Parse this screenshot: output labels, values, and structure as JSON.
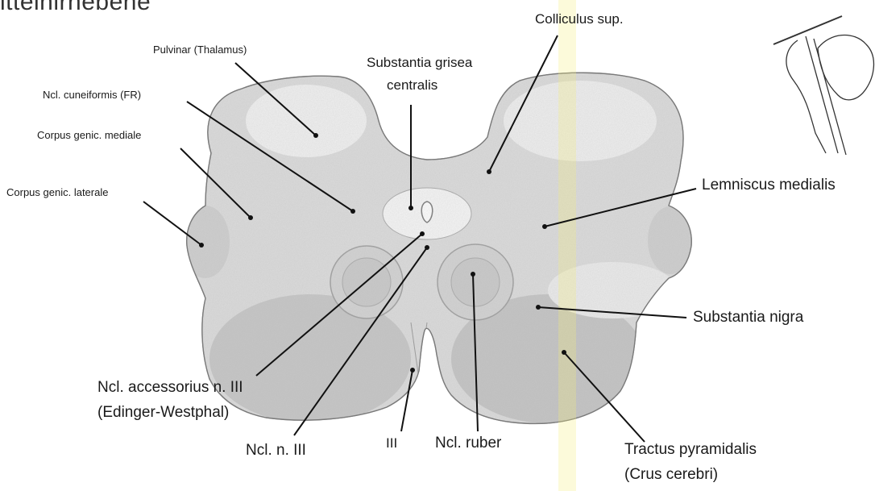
{
  "title_fragment": "ittelhirnebene",
  "labels": {
    "pulvinar": "Pulvinar (Thalamus)",
    "ncl_cuneiformis": "Ncl. cuneiformis (FR)",
    "corpus_gen_mediale": "Corpus genic. mediale",
    "corpus_gen_laterale": "Corpus genic. laterale",
    "substantia_grisea_l1": "Substantia grisea",
    "substantia_grisea_l2": "centralis",
    "colliculus_sup": "Colliculus sup.",
    "lemniscus_medialis": "Lemniscus medialis",
    "substantia_nigra": "Substantia nigra",
    "ncl_accessorius_l1": "Ncl. accessorius n. III",
    "ncl_accessorius_l2": "(Edinger-Westphal)",
    "ncl_n_iii": "Ncl. n. III",
    "nerve_iii": "III",
    "ncl_ruber": "Ncl. ruber",
    "tractus_l1": "Tractus pyramidalis",
    "tractus_l2": "(Crus cerebri)"
  },
  "colors": {
    "tissue_fill": "#dcdcdc",
    "tissue_dark": "#bdbdbd",
    "tissue_light": "#efefef",
    "leader_line": "#111111",
    "scan_band": "#f4ee7a"
  }
}
